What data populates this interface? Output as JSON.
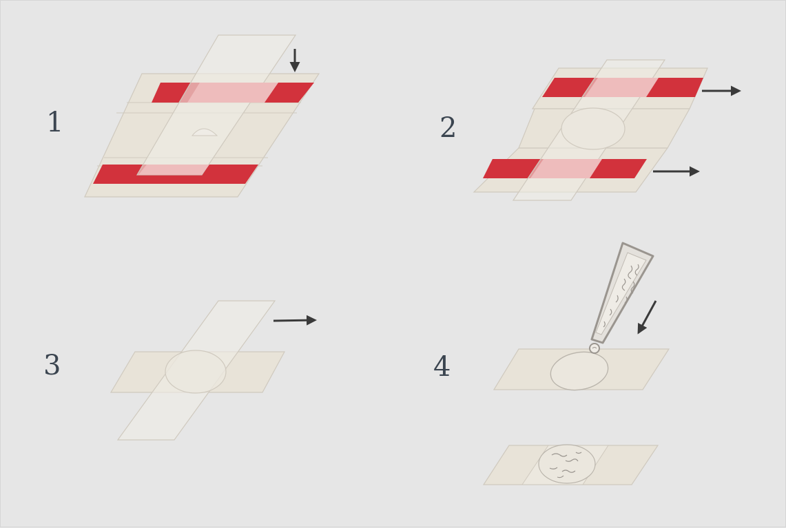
{
  "steps": [
    {
      "number": "1"
    },
    {
      "number": "2"
    },
    {
      "number": "3"
    },
    {
      "number": "4"
    }
  ],
  "colors": {
    "background": "#e6e6e6",
    "slide": "#e8e3d8",
    "slide_edge": "#c9c4ba",
    "tape": "#d2323c",
    "tape_overlap": "#eebcbc",
    "arrow": "#3a3a3a",
    "number": "#3b4550"
  },
  "icons": [
    "down-arrow-icon",
    "right-arrow-icon",
    "diagonal-arrow-icon",
    "pipette-icon"
  ]
}
